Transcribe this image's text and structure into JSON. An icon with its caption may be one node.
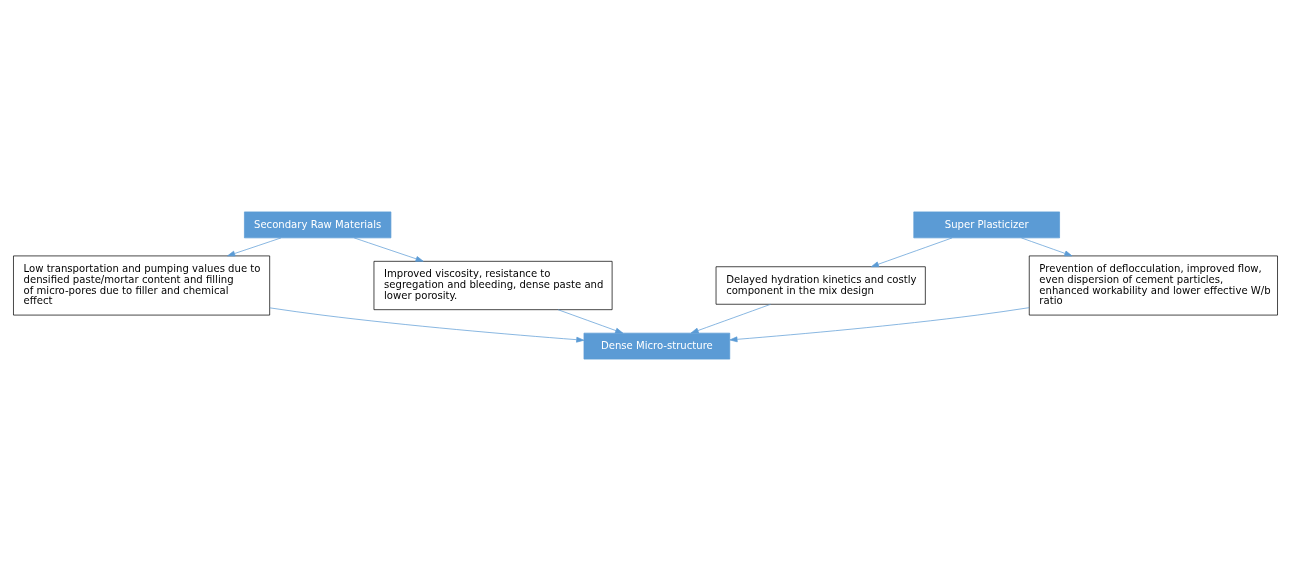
{
  "diagram": {
    "nodes": [
      {
        "text": [
          "Secondary Raw Materials"
        ]
      },
      {
        "text": [
          "Low transportation and pumping values due to densified paste/mortar content and filling of micro-pores due to filler and chemical effect"
        ]
      },
      {
        "text": [
          "Improved viscosity, resistance to segregation and bleeding, dense paste and lower porosity."
        ]
      },
      {
        "text": [
          "Dense Micro-structure"
        ]
      },
      {
        "text": [
          "Delayed hydration kinetics and costly component in the mix design"
        ]
      },
      {
        "text": [
          "Prevention of deflocculation, improved flow, even dispersion of cement particles, enhanced workability and lower effective W/b ratio"
        ]
      },
      {
        "text": [
          "Super Plasticizer"
        ]
      }
    ],
    "edges": [
      {
        "from": 0,
        "to": 1,
        "arrow": "to"
      },
      {
        "from": 0,
        "to": 2,
        "arrow": "to"
      },
      {
        "from": 1,
        "to": 3,
        "arrow": "to"
      },
      {
        "from": 2,
        "to": 3,
        "arrow": "to"
      },
      {
        "from": 4,
        "to": 3,
        "arrow": "to"
      },
      {
        "from": 5,
        "to": 3,
        "arrow": "to"
      },
      {
        "from": 6,
        "to": 4,
        "arrow": "to"
      },
      {
        "from": 6,
        "to": 5,
        "arrow": "to"
      }
    ]
  }
}
